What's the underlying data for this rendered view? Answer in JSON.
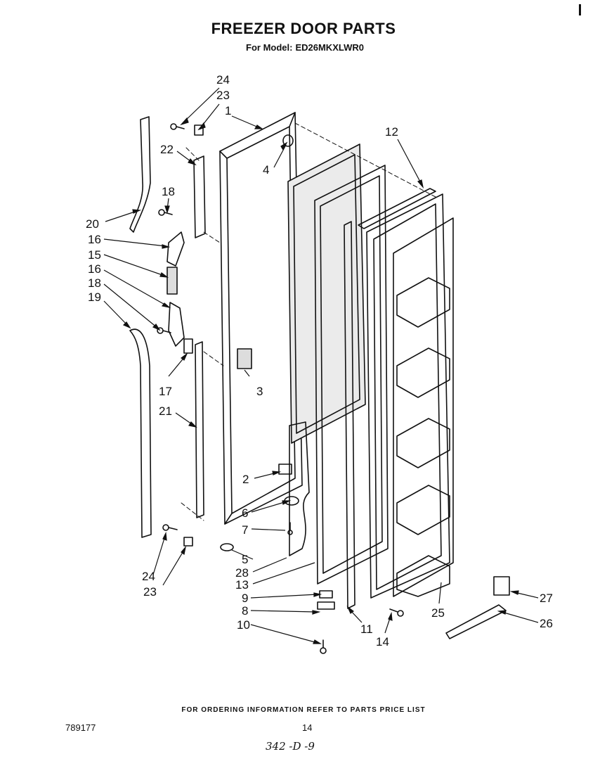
{
  "header": {
    "title": "FREEZER DOOR PARTS",
    "model_label": "For Model:",
    "model_number": "ED26MKXLWR0"
  },
  "callouts": [
    "1",
    "2",
    "3",
    "4",
    "5",
    "6",
    "7",
    "8",
    "9",
    "10",
    "11",
    "12",
    "13",
    "14",
    "15",
    "16",
    "16",
    "17",
    "18",
    "18",
    "19",
    "20",
    "21",
    "22",
    "23",
    "23",
    "24",
    "24",
    "25",
    "26",
    "27",
    "28"
  ],
  "footer": {
    "ordering_note": "FOR ORDERING INFORMATION REFER TO PARTS PRICE LIST",
    "document_number": "789177",
    "page_number": "14",
    "handwritten_note": "342 -D -9"
  }
}
